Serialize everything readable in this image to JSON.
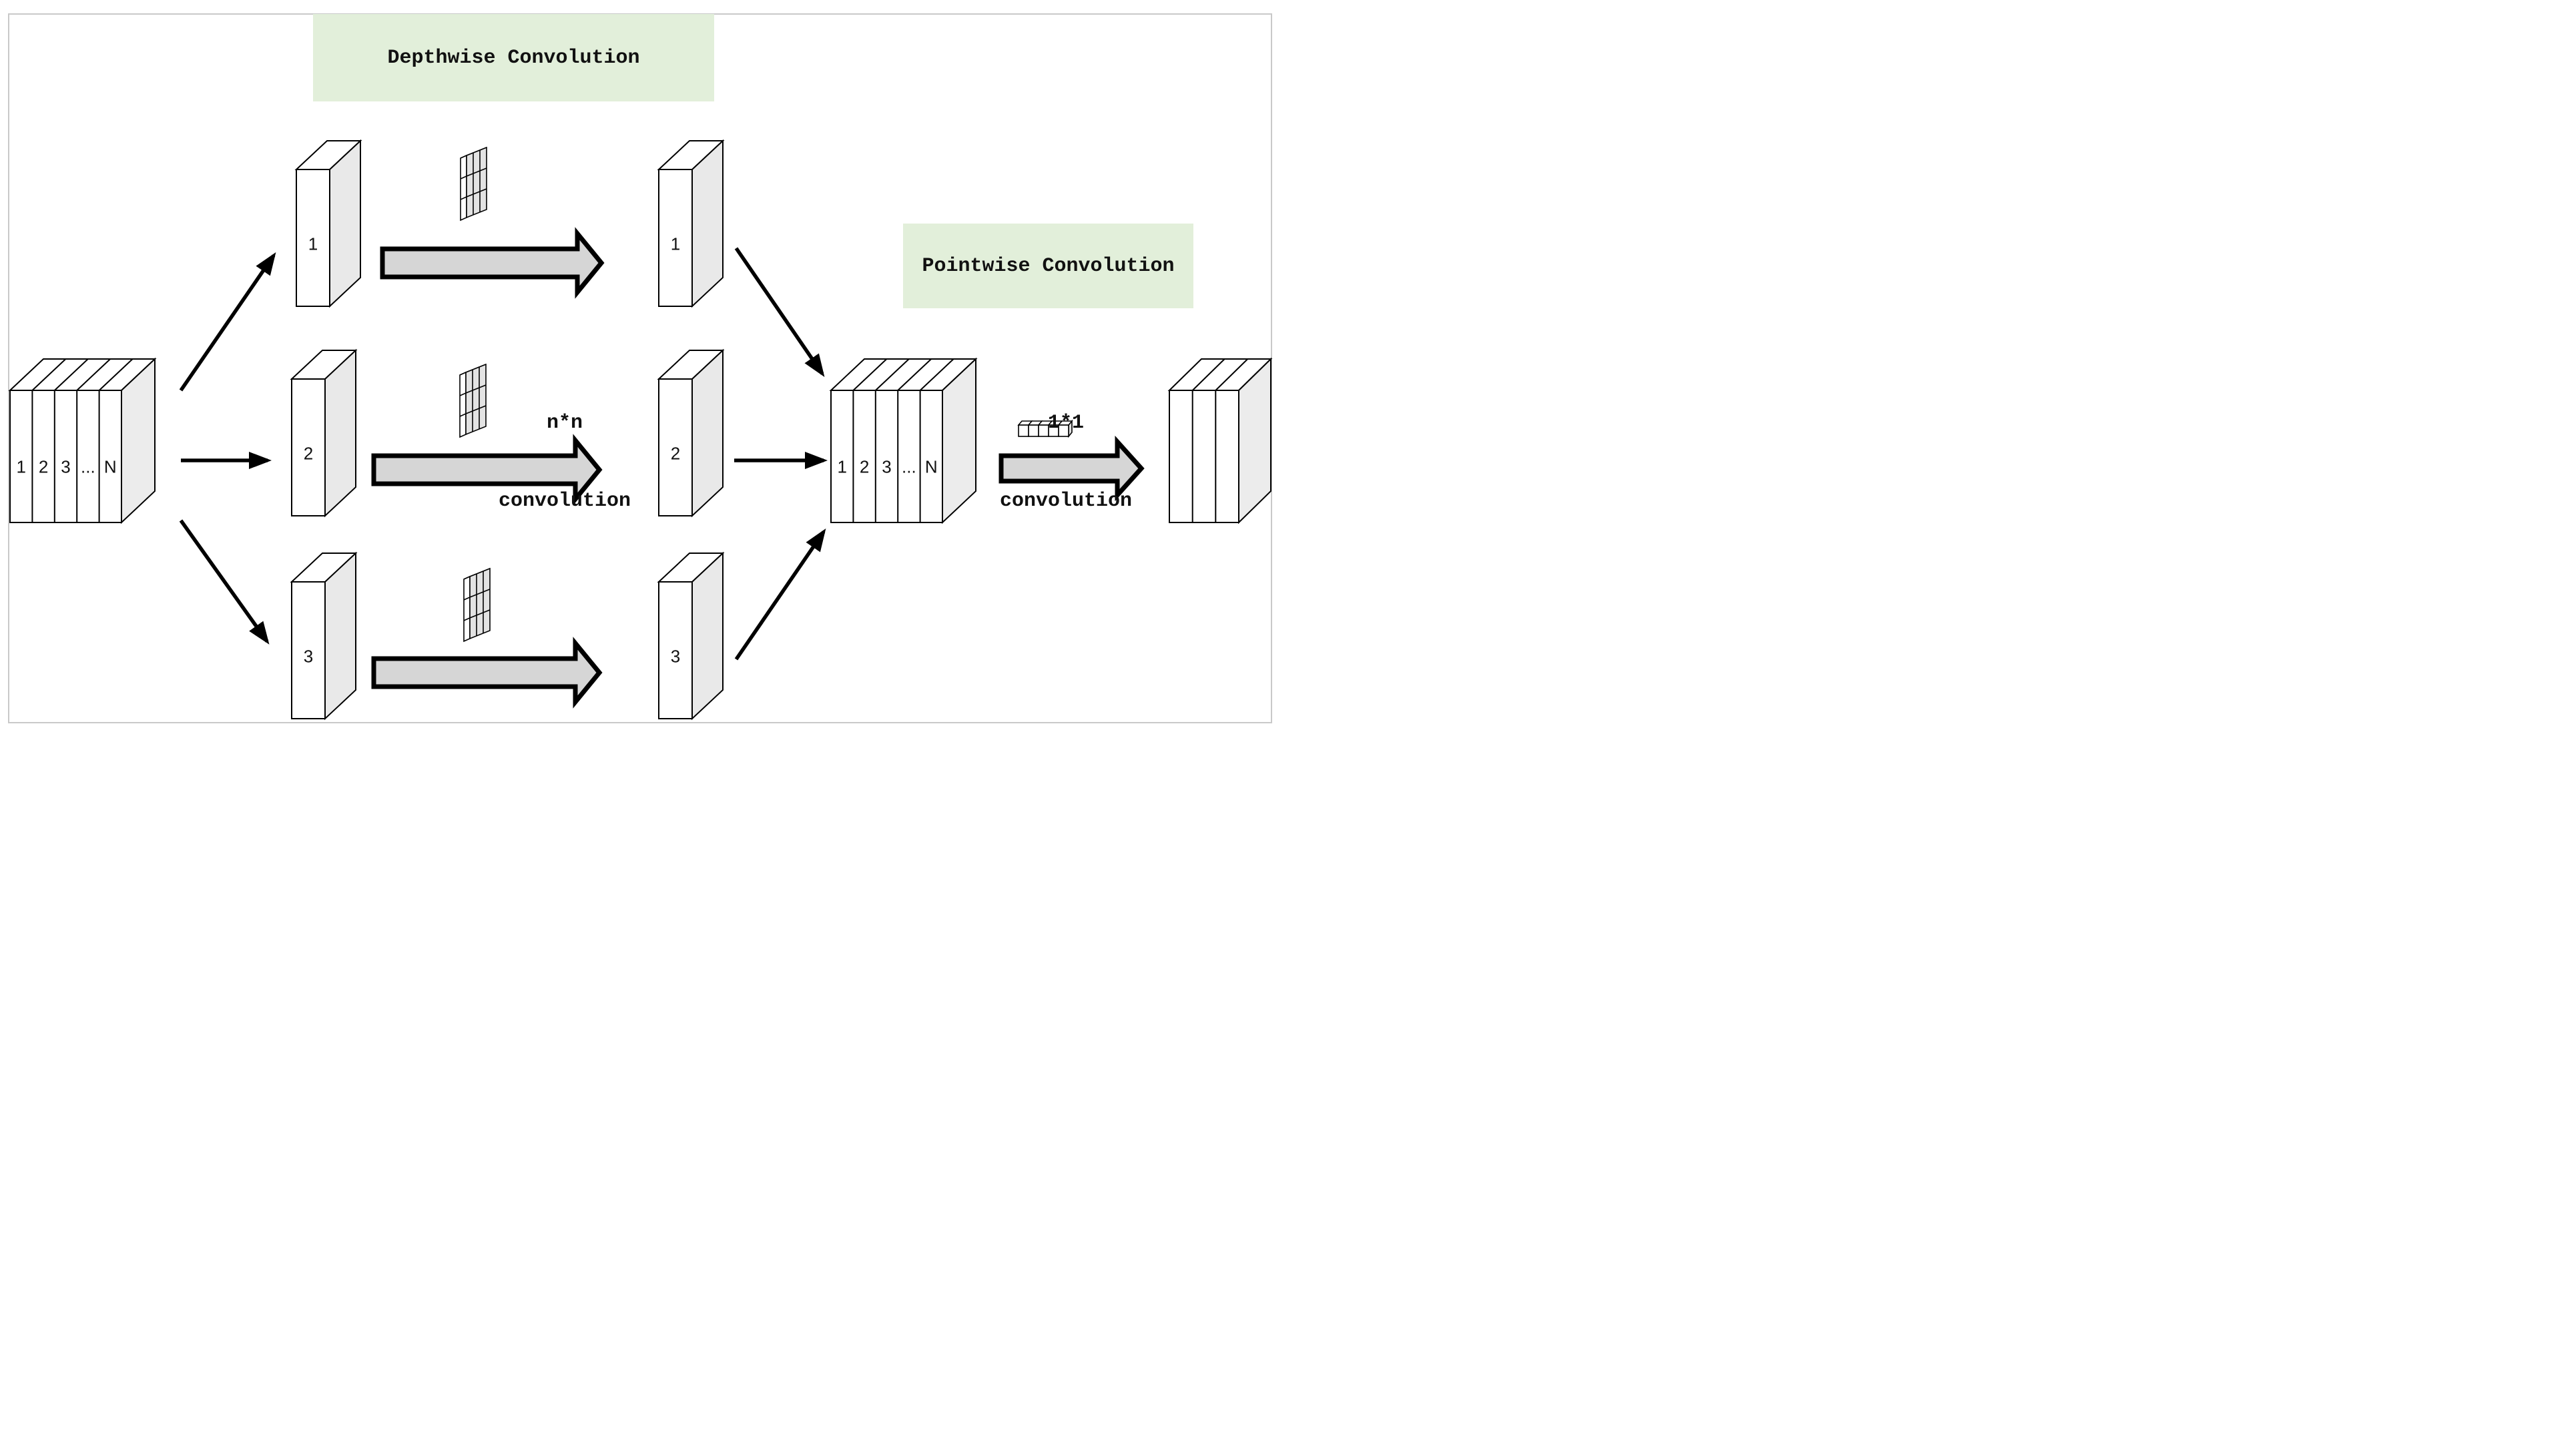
{
  "diagram": {
    "titles": {
      "depthwise": "Depthwise Convolution",
      "pointwise": "Pointwise Convolution"
    },
    "ops": {
      "nn_line1": "n*n",
      "nn_line2": "convolution",
      "pw_line1": "1*1",
      "pw_line2": "convolution"
    },
    "channels": [
      "1",
      "2",
      "3",
      "...",
      "N"
    ],
    "slab_labels": [
      "1",
      "2",
      "3"
    ],
    "icons": {
      "depthwise_kernel": "3x3-kernel-plate-icon",
      "pointwise_kernel": "1x5-kernel-row-icon"
    },
    "colors": {
      "label_bg": "#e2efda",
      "arrow_fill": "#d6d6d6",
      "side_face": "#ececec",
      "kernel_cell": "#e3e3e3",
      "outline": "#000000",
      "frame_border": "#c9c9c9"
    }
  }
}
